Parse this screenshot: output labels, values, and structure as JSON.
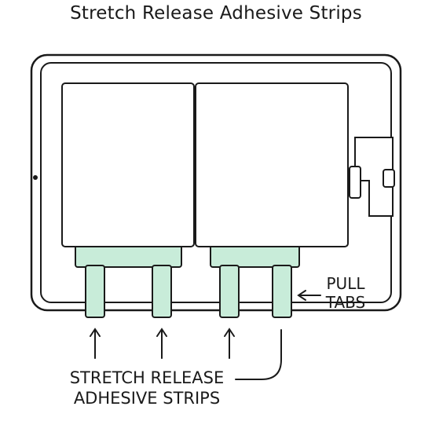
{
  "title": "Stretch Release Adhesive Strips",
  "labels": {
    "pull_tabs_line1": "PULL",
    "pull_tabs_line2": "TABS",
    "strips_line1": "STRETCH RELEASE",
    "strips_line2": "ADHESIVE STRIPS"
  },
  "colors": {
    "stroke": "#1a1a1a",
    "strip_fill": "#c8ecd9",
    "panel_fill": "#ffffff"
  },
  "icons": {
    "camera": "camera-dot-icon",
    "arrow": "arrow-icon"
  }
}
